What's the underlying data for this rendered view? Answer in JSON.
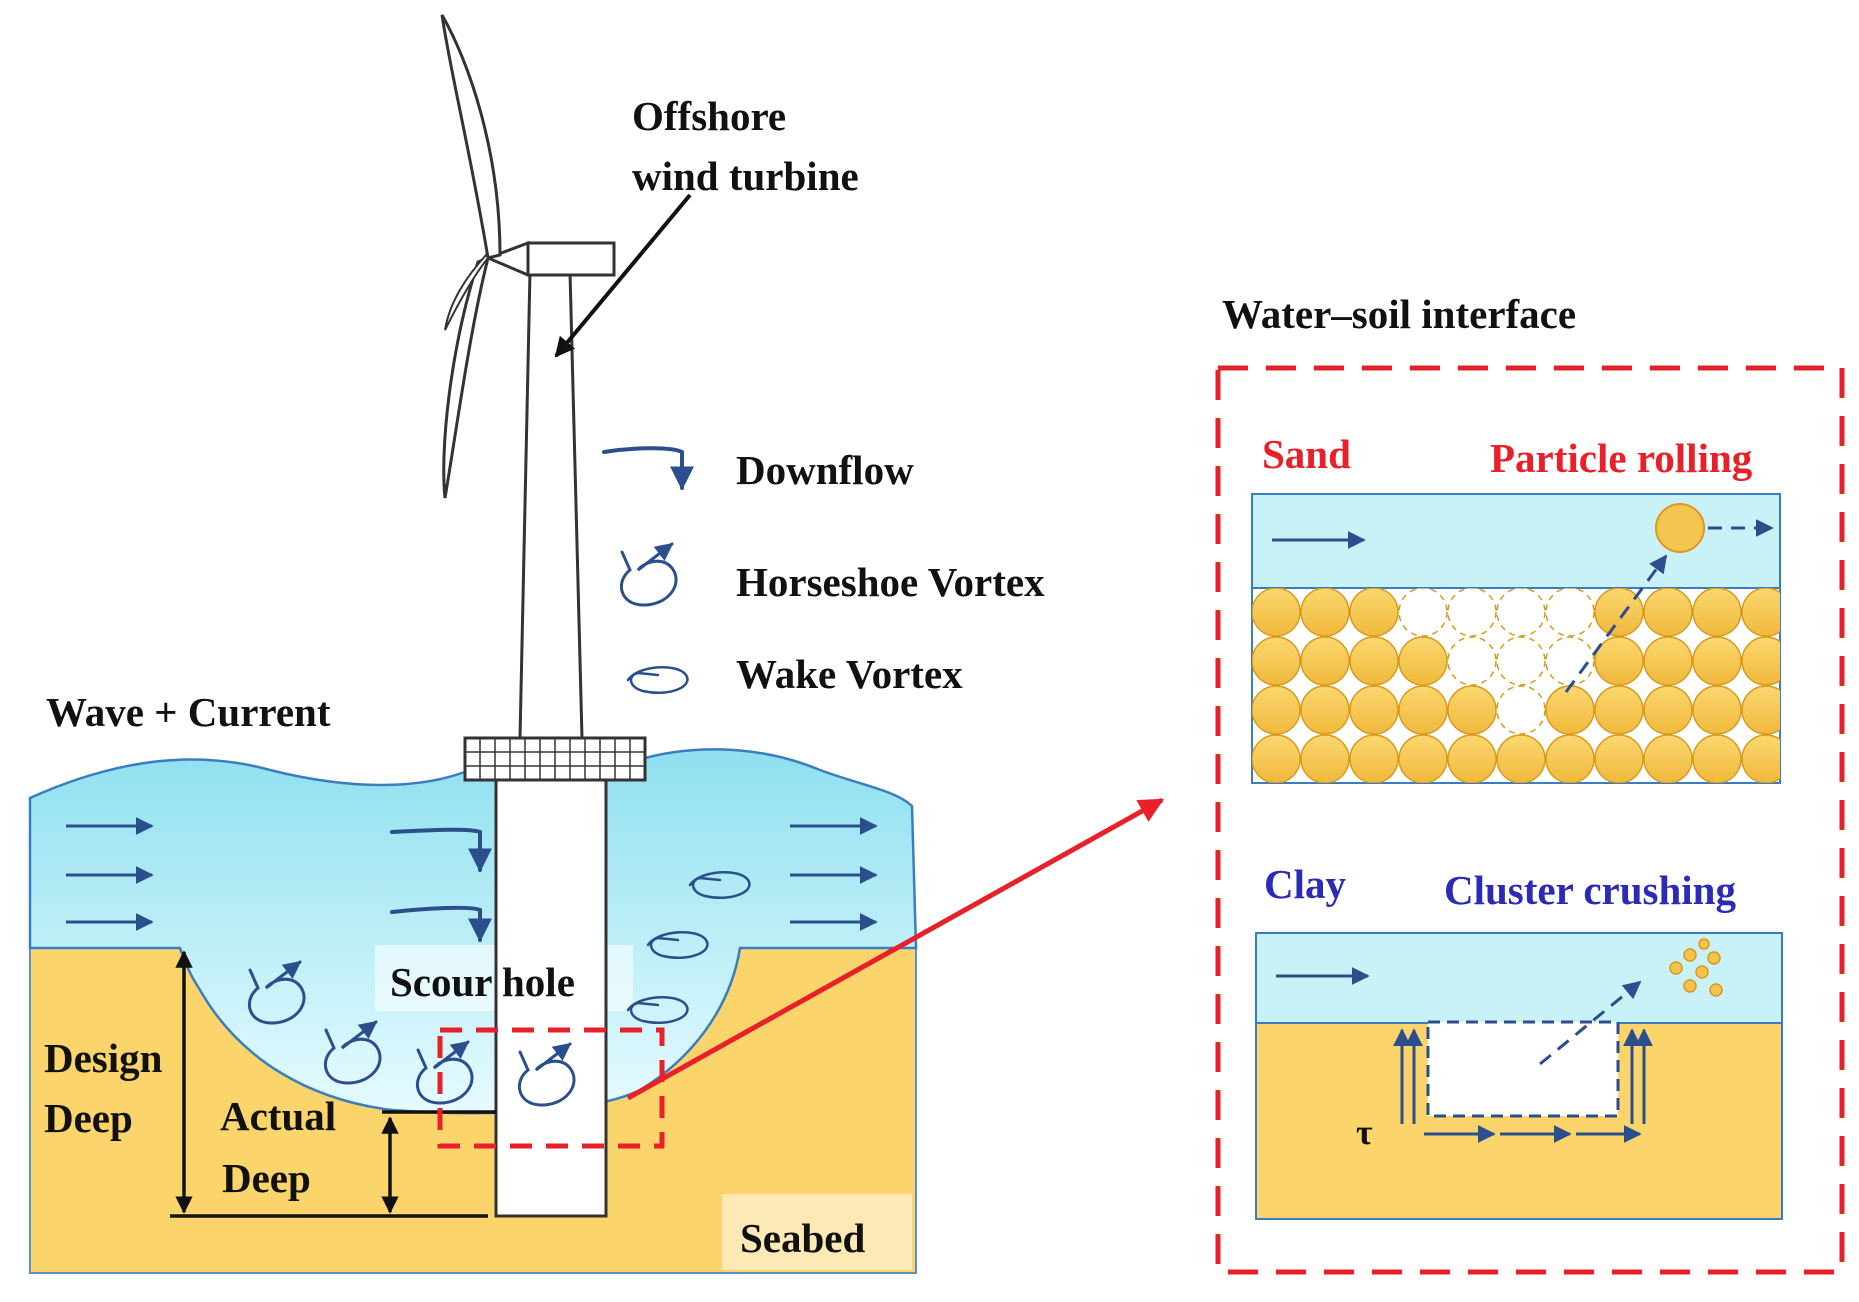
{
  "turbine": {
    "label_line1": "Offshore",
    "label_line2": "wind turbine"
  },
  "legend": {
    "items": [
      {
        "label": "Downflow",
        "icon": "downflow-icon"
      },
      {
        "label": "Horseshoe Vortex",
        "icon": "horseshoe-vortex-icon"
      },
      {
        "label": "Wake Vortex",
        "icon": "wake-vortex-icon"
      }
    ]
  },
  "scene": {
    "wave_current": "Wave + Current",
    "scour_hole": "Scour hole",
    "design_deep_line1": "Design",
    "design_deep_line2": "Deep",
    "actual_deep_line1": "Actual",
    "actual_deep_line2": "Deep",
    "seabed": "Seabed"
  },
  "interface": {
    "title": "Water–soil interface",
    "sand": {
      "label": "Sand",
      "mechanism": "Particle rolling"
    },
    "clay": {
      "label": "Clay",
      "mechanism": "Cluster crushing",
      "shear_symbol": "τ"
    }
  },
  "colors": {
    "water_fill": "#c9f1f8",
    "water_stroke": "#3a7ec0",
    "soil_fill": "#fbd56b",
    "flow_arrow": "#2b4f8c",
    "grain_fill": "#f4c44f",
    "grain_stroke": "#d99a1c",
    "highlight_red": "#e8202a",
    "clay_blue": "#2b2bb8"
  }
}
